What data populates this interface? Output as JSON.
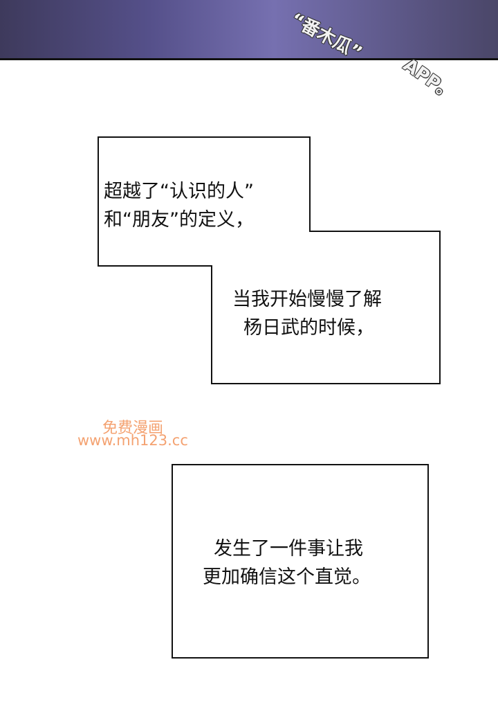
{
  "top_panel": {
    "sfx_title": "“番木瓜”",
    "sfx_app": "APP。"
  },
  "captions": [
    {
      "lines": [
        "超越了“认识的人”",
        "和“朋友”的定义，"
      ]
    },
    {
      "lines": [
        "当我开始慢慢了解",
        "杨日武的时候，"
      ]
    },
    {
      "lines": [
        "发生了一件事让我",
        "更加确信这个直觉。"
      ]
    }
  ],
  "watermark": {
    "line1": "免费漫画",
    "line2": "www.mh123.cc",
    "color": "#f4a271"
  }
}
